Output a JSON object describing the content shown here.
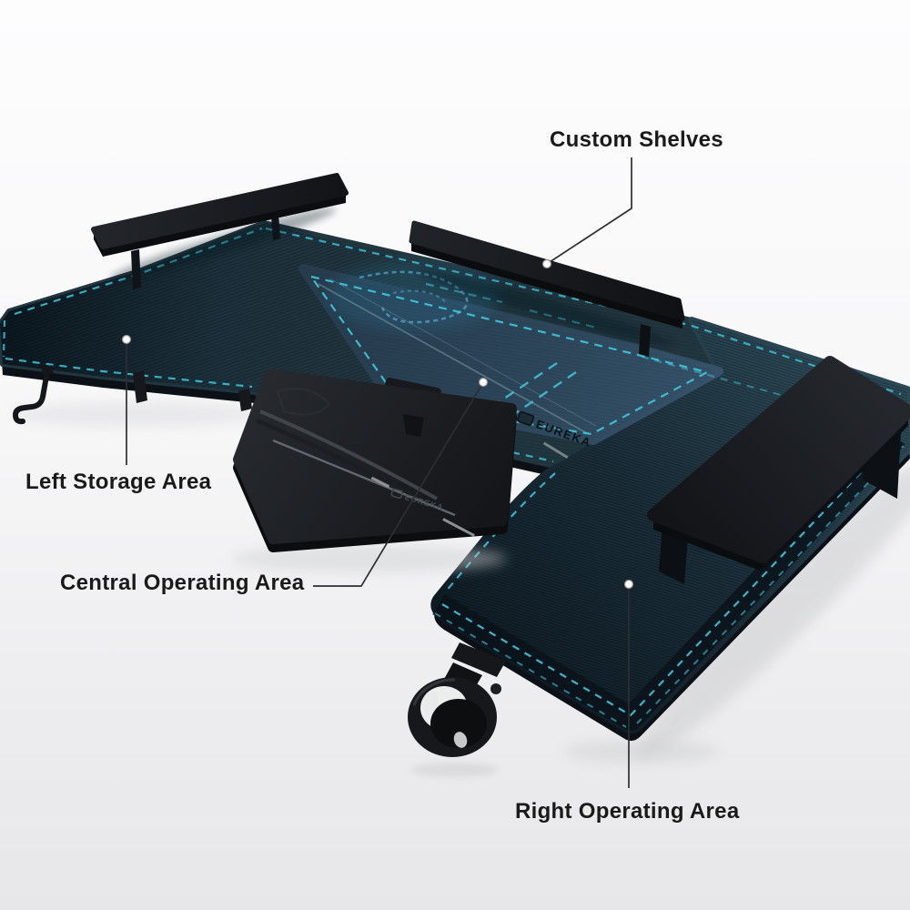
{
  "annotations": [
    {
      "id": "custom-shelves",
      "label": "Custom Shelves"
    },
    {
      "id": "left-storage-area",
      "label": "Left Storage Area"
    },
    {
      "id": "central-operating-area",
      "label": "Central Operating Area"
    },
    {
      "id": "right-operating-area",
      "label": "Right Operating Area"
    }
  ],
  "logo": {
    "brand": "EUREKA"
  },
  "colors": {
    "background_top": "#fdfdfe",
    "background_bottom": "#e7e7e9",
    "desk_surface_dark": "#13222b",
    "desk_surface_light": "#31505f",
    "mat_surface": "#2b4254",
    "shelf_black": "#17191d",
    "accent_teal": "#3fc8dd",
    "leader_line": "#2e2e2e",
    "anchor_dot": "#ffffff",
    "label_text": "#1a1a1a"
  }
}
